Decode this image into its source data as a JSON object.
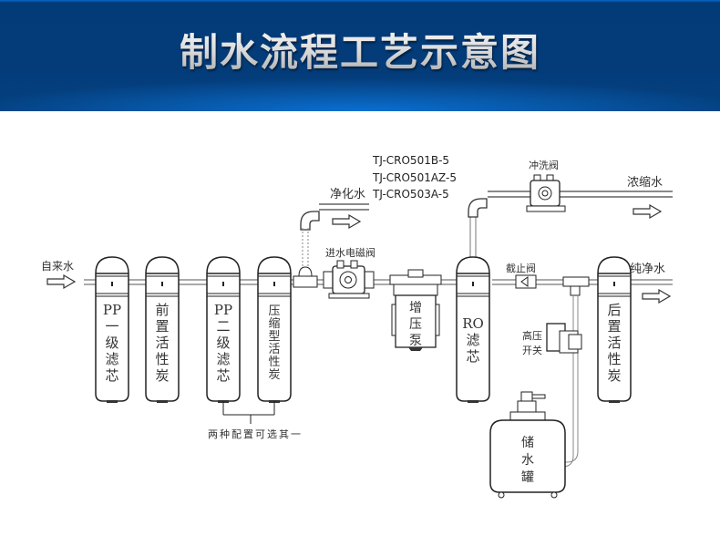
{
  "header": {
    "title": "制水流程工艺示意图",
    "colors": {
      "dark": "#033a78",
      "glow": "#0a6fd0",
      "text": "#e8e8e8"
    }
  },
  "models": [
    "TJ-CRO501B-5",
    "TJ-CRO501AZ-5",
    "TJ-CRO503A-5"
  ],
  "labels": {
    "tap_water": "自来水",
    "purified_water_out": "净化水",
    "inlet_solenoid_valve": "进水电磁阀",
    "flush_valve": "冲洗阀",
    "concentrate_water": "浓缩水",
    "check_valve": "截止阀",
    "pure_water": "纯净水",
    "high_pressure_switch": "高压开关",
    "option_note": "两种配置可选其一"
  },
  "filters": [
    {
      "id": "pp1",
      "lines": [
        "PP",
        "一",
        "级",
        "滤",
        "芯"
      ]
    },
    {
      "id": "pre-carbon",
      "lines": [
        "前",
        "置",
        "活",
        "性",
        "炭"
      ]
    },
    {
      "id": "pp2",
      "lines": [
        "PP",
        "二",
        "级",
        "滤",
        "芯"
      ]
    },
    {
      "id": "compressed-carbon",
      "lines": [
        "压",
        "缩",
        "型",
        "活",
        "性",
        "炭"
      ]
    },
    {
      "id": "ro",
      "lines": [
        "RO",
        "滤",
        "芯"
      ]
    },
    {
      "id": "post-carbon",
      "lines": [
        "后",
        "置",
        "活",
        "性",
        "炭"
      ]
    }
  ],
  "pump": {
    "lines": [
      "增",
      "压",
      "泵"
    ]
  },
  "tank": {
    "lines": [
      "储",
      "水",
      "罐"
    ]
  }
}
